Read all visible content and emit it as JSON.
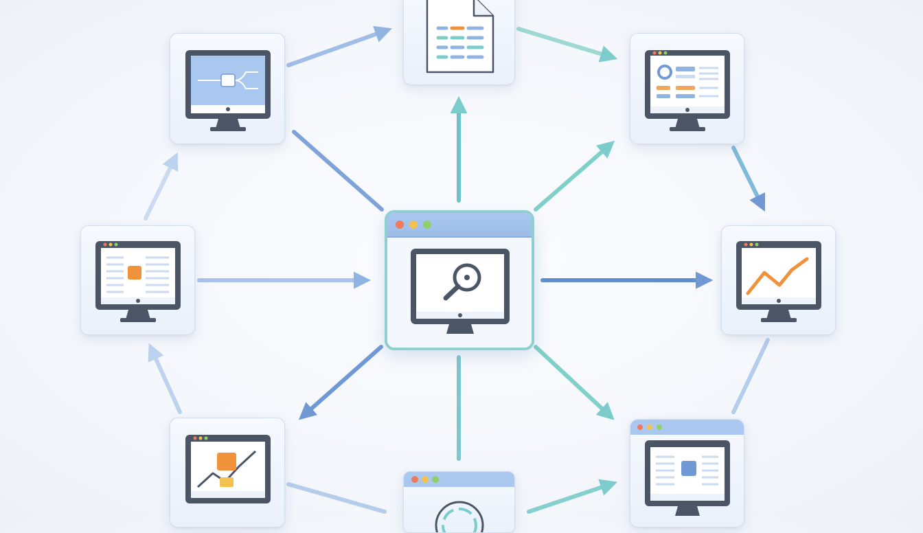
{
  "diagram": {
    "colors": {
      "accent_blue": "#6f98d4",
      "accent_teal": "#7ccccc",
      "accent_orange": "#f0923c",
      "frame_dark": "#4b5566",
      "screen_fill": "#eef3fb",
      "dot_red": "#f07a5e",
      "dot_yellow": "#f2c14e",
      "dot_green": "#8fd06a"
    },
    "nodes": [
      {
        "id": "central-browser-monitor",
        "icon": "browser-monitor-magnifier-icon"
      },
      {
        "id": "document-node",
        "icon": "spreadsheet-document-icon"
      },
      {
        "id": "workflow-monitor-node",
        "icon": "monitor-flowchart-icon"
      },
      {
        "id": "dashboard-monitor-node",
        "icon": "monitor-dashboard-icon"
      },
      {
        "id": "content-monitor-node",
        "icon": "monitor-content-icon"
      },
      {
        "id": "trend-chart-monitor-node",
        "icon": "monitor-line-chart-icon"
      },
      {
        "id": "analytics-monitor-node",
        "icon": "monitor-chart-icon"
      },
      {
        "id": "target-browser-node",
        "icon": "browser-target-icon"
      },
      {
        "id": "report-browser-node",
        "icon": "browser-monitor-report-icon"
      }
    ]
  }
}
